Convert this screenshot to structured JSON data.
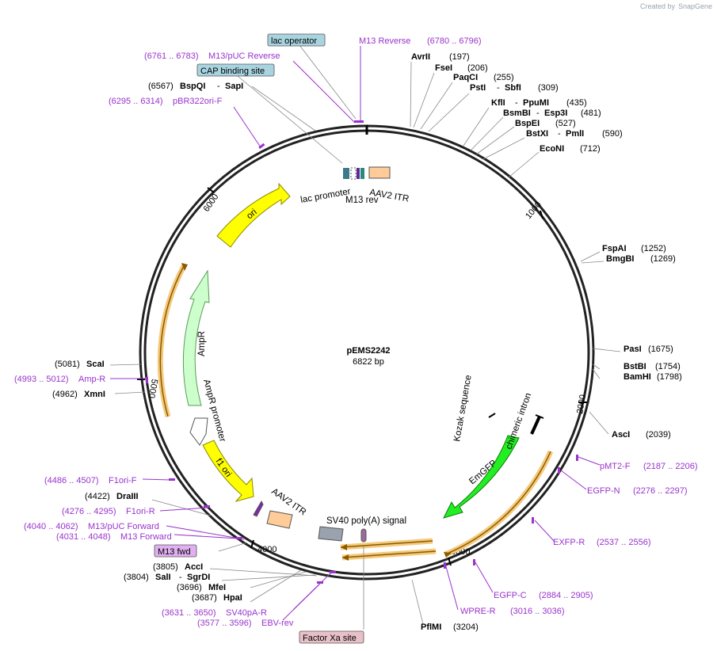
{
  "credit": {
    "prefix": "Created by",
    "brand": "SnapGene"
  },
  "plasmid": {
    "name": "pEMS2242",
    "size": "6822 bp"
  },
  "ticks": [
    "1000",
    "2000",
    "3000",
    "4000",
    "5000",
    "6000"
  ],
  "features": {
    "ori": "ori",
    "ampr": "AmpR",
    "ampr_promoter": "AmpR promoter",
    "f1ori": "f1 ori",
    "aav2_itr_top": "AAV2 ITR",
    "aav2_itr_bottom": "AAV2 ITR",
    "lac_promoter": "lac promoter",
    "m13_rev": "M13 rev",
    "sv40": "SV40 poly(A) signal",
    "emgfp": "EmGFP",
    "chimeric": "chimeric intron",
    "kozak": "Kozak sequence"
  },
  "boxed": {
    "lac_operator": "lac operator",
    "cap": "CAP binding site",
    "m13fwd": "M13 fwd",
    "factor_xa": "Factor Xa site"
  },
  "enzymes": [
    {
      "key": "avrII",
      "name": "AvrII",
      "pos": "(197)"
    },
    {
      "key": "fseI",
      "name": "FseI",
      "pos": "(206)"
    },
    {
      "key": "paqCI",
      "name": "PaqCI",
      "pos": "(255)"
    },
    {
      "key": "pstI",
      "name": "PstI",
      "name2": "SbfI",
      "pos": "(309)"
    },
    {
      "key": "kflI",
      "name": "KflI",
      "name2": "PpuMI",
      "pos": "(435)"
    },
    {
      "key": "bsmBI",
      "name": "BsmBI",
      "name2": "Esp3I",
      "pos": "(481)"
    },
    {
      "key": "bspEI",
      "name": "BspEI",
      "pos": "(527)"
    },
    {
      "key": "bstXI",
      "name": "BstXI",
      "name2": "PmlI",
      "pos": "(590)"
    },
    {
      "key": "ecoNI",
      "name": "EcoNI",
      "pos": "(712)"
    },
    {
      "key": "fspAI",
      "name": "FspAI",
      "pos": "(1252)"
    },
    {
      "key": "bmgBI",
      "name": "BmgBI",
      "pos": "(1269)"
    },
    {
      "key": "pasI",
      "name": "PasI",
      "pos": "(1675)"
    },
    {
      "key": "bstBI",
      "name": "BstBI",
      "pos": "(1754)"
    },
    {
      "key": "bamHI",
      "name": "BamHI",
      "pos": "(1798)"
    },
    {
      "key": "ascI",
      "name": "AscI",
      "pos": "(2039)"
    },
    {
      "key": "pflMI",
      "name": "PflMI",
      "pos": "(3204)"
    },
    {
      "key": "hpaI",
      "name": "HpaI",
      "pos": "(3687)"
    },
    {
      "key": "mfeI",
      "name": "MfeI",
      "pos": "(3696)"
    },
    {
      "key": "salI",
      "name": "SalI",
      "name2": "SgrDI",
      "pos": "(3804)"
    },
    {
      "key": "accI",
      "name": "AccI",
      "pos": "(3805)"
    },
    {
      "key": "draIII",
      "name": "DraIII",
      "pos": "(4422)"
    },
    {
      "key": "xmnI",
      "name": "XmnI",
      "pos": "(4962)"
    },
    {
      "key": "scaI",
      "name": "ScaI",
      "pos": "(5081)"
    },
    {
      "key": "bspQI",
      "name": "BspQI",
      "name2": "SapI",
      "pos": "(6567)"
    }
  ],
  "primers": [
    {
      "key": "m13rev",
      "name": "M13 Reverse",
      "range": "(6780 .. 6796)"
    },
    {
      "key": "m13puc_rev",
      "name": "M13/pUC Reverse",
      "range": "(6761 .. 6783)"
    },
    {
      "key": "pbr322",
      "name": "pBR322ori-F",
      "range": "(6295 .. 6314)"
    },
    {
      "key": "pmt2",
      "name": "pMT2-F",
      "range": "(2187 .. 2206)"
    },
    {
      "key": "egfpn",
      "name": "EGFP-N",
      "range": "(2276 .. 2297)"
    },
    {
      "key": "exfpr",
      "name": "EXFP-R",
      "range": "(2537 .. 2556)"
    },
    {
      "key": "egfpc",
      "name": "EGFP-C",
      "range": "(2884 .. 2905)"
    },
    {
      "key": "wprer",
      "name": "WPRE-R",
      "range": "(3016 .. 3036)"
    },
    {
      "key": "ebvrev",
      "name": "EBV-rev",
      "range": "(3577 .. 3596)"
    },
    {
      "key": "sv40par",
      "name": "SV40pA-R",
      "range": "(3631 .. 3650)"
    },
    {
      "key": "m13fwd",
      "name": "M13 Forward",
      "range": "(4031 .. 4048)"
    },
    {
      "key": "m13puc_fwd",
      "name": "M13/pUC Forward",
      "range": "(4040 .. 4062)"
    },
    {
      "key": "f1orir",
      "name": "F1ori-R",
      "range": "(4276 .. 4295)"
    },
    {
      "key": "f1orif",
      "name": "F1ori-F",
      "range": "(4486 .. 4507)"
    },
    {
      "key": "ampr",
      "name": "Amp-R",
      "range": "(4993 .. 5012)"
    }
  ],
  "colors": {
    "backbone": "#222222",
    "primer": "#9933cc",
    "ori": "#ffff00",
    "ampr": "#ccffcc",
    "emgfp": "#00ee00",
    "aav2": "#ffcc99",
    "orf": "#f5c97a",
    "box_blue": "#a8d4e0",
    "box_purple": "#e0b0f0",
    "box_pink": "#e8c0c8"
  }
}
